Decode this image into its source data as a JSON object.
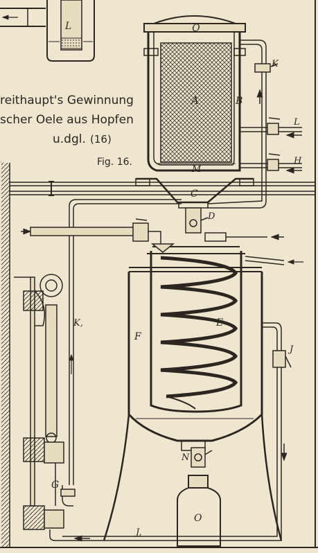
{
  "caption": {
    "line1": "reithaupt's Gewinnung",
    "line2": "scher Oele aus Hopfen",
    "line3": "u.dgl.",
    "ref": "(16)"
  },
  "figure_label": "Fig. 16.",
  "labels": {
    "L_small": "L",
    "Q": "Q",
    "A": "A",
    "B": "B",
    "K": "K",
    "L": "L",
    "H": "H",
    "M": "M",
    "C": "C",
    "D": "D",
    "E": "E",
    "F": "F",
    "J": "J",
    "K1": "K,",
    "G": "G",
    "N": "N",
    "O": "O",
    "J1": "J,"
  },
  "colors": {
    "paper": "#efe6cf",
    "ink": "#2b2620"
  }
}
